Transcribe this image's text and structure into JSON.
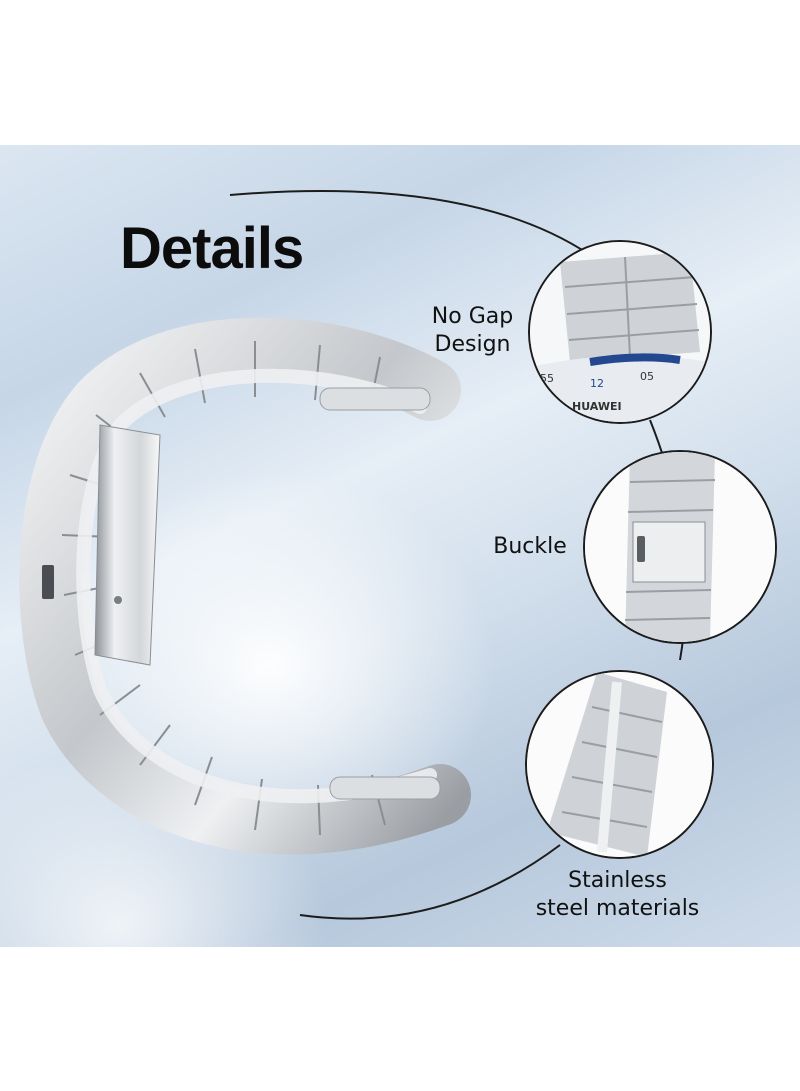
{
  "title": "Details",
  "features": [
    {
      "label_lines": [
        "No Gap",
        "Design"
      ]
    },
    {
      "label_lines": [
        "Buckle"
      ]
    },
    {
      "label_lines": [
        "Stainless",
        "steel materials"
      ]
    }
  ],
  "watch_brand": "HUAWEI",
  "dial_numbers": [
    "55",
    "12",
    "05"
  ],
  "colors": {
    "background": "#d6e2ee",
    "steel": "#c9ccd0",
    "accent_blue": "#23488f"
  }
}
